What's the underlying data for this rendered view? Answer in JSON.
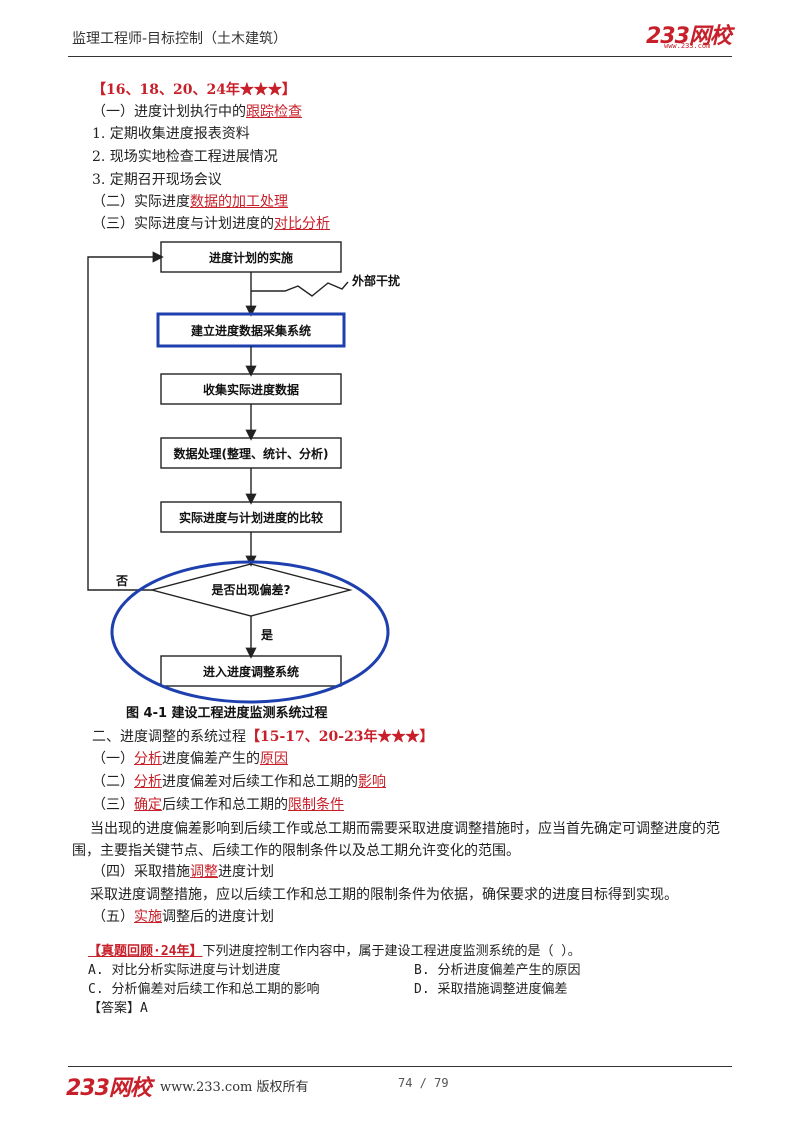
{
  "header": {
    "title": "监理工程师-目标控制（土木建筑）",
    "logo": "233网校",
    "logo_url": "www.233.com"
  },
  "section1": {
    "tag": "【16、18、20、24年★★★】",
    "item1_prefix": "（一）进度计划执行中的",
    "item1_hl": "跟踪检查",
    "sub1": "1. 定期收集进度报表资料",
    "sub2": "2. 现场实地检查工程进展情况",
    "sub3": "3. 定期召开现场会议",
    "item2_prefix": "（二）实际进度",
    "item2_hl": "数据的加工处理",
    "item3_prefix": "（三）实际进度与计划进度的",
    "item3_hl": "对比分析"
  },
  "flowchart": {
    "box1": "进度计划的实施",
    "interference": "外部干扰",
    "box2": "建立进度数据采集系统",
    "box3": "收集实际进度数据",
    "box4": "数据处理(整理、统计、分析)",
    "box5": "实际进度与计划进度的比较",
    "decision": "是否出现偏差?",
    "no_label": "否",
    "yes_label": "是",
    "box6": "进入进度调整系统",
    "caption": "图 4-1    建设工程进度监测系统过程",
    "highlight_color": "#1e3fae"
  },
  "section2": {
    "title_prefix": "二、进度调整的系统过程",
    "title_tag": "【15-17、20-23年★★★】",
    "i1_a": "（一）",
    "i1_hl1": "分析",
    "i1_b": "进度偏差产生的",
    "i1_hl2": "原因",
    "i2_a": "（二）",
    "i2_hl1": "分析",
    "i2_b": "进度偏差对后续工作和总工期的",
    "i2_hl2": "影响",
    "i3_a": "（三）",
    "i3_hl1": "确定",
    "i3_b": "后续工作和总工期的",
    "i3_hl2": "限制条件",
    "para1": "当出现的进度偏差影响到后续工作或总工期而需要采取进度调整措施时，应当首先确定可调整进度的范围，主要指关键节点、后续工作的限制条件以及总工期允许变化的范围。",
    "i4_a": "（四）采取措施",
    "i4_hl": "调整",
    "i4_b": "进度计划",
    "para2": "采取进度调整措施，应以后续工作和总工期的限制条件为依据，确保要求的进度目标得到实现。",
    "i5_a": "（五）",
    "i5_hl": "实施",
    "i5_b": "调整后的进度计划"
  },
  "question": {
    "tag": "【真题回顾·24年】",
    "stem": "下列进度控制工作内容中，属于建设工程进度监测系统的是（    ）。",
    "optA": "A. 对比分析实际进度与计划进度",
    "optB": "B. 分析进度偏差产生的原因",
    "optC": "C. 分析偏差对后续工作和总工期的影响",
    "optD": "D. 采取措施调整进度偏差",
    "answer": "【答案】A"
  },
  "footer": {
    "logo": "233网校",
    "text": "www.233.com 版权所有",
    "page": "74 / 79"
  },
  "colors": {
    "accent": "#c8202a",
    "circle": "#1e3fae"
  }
}
